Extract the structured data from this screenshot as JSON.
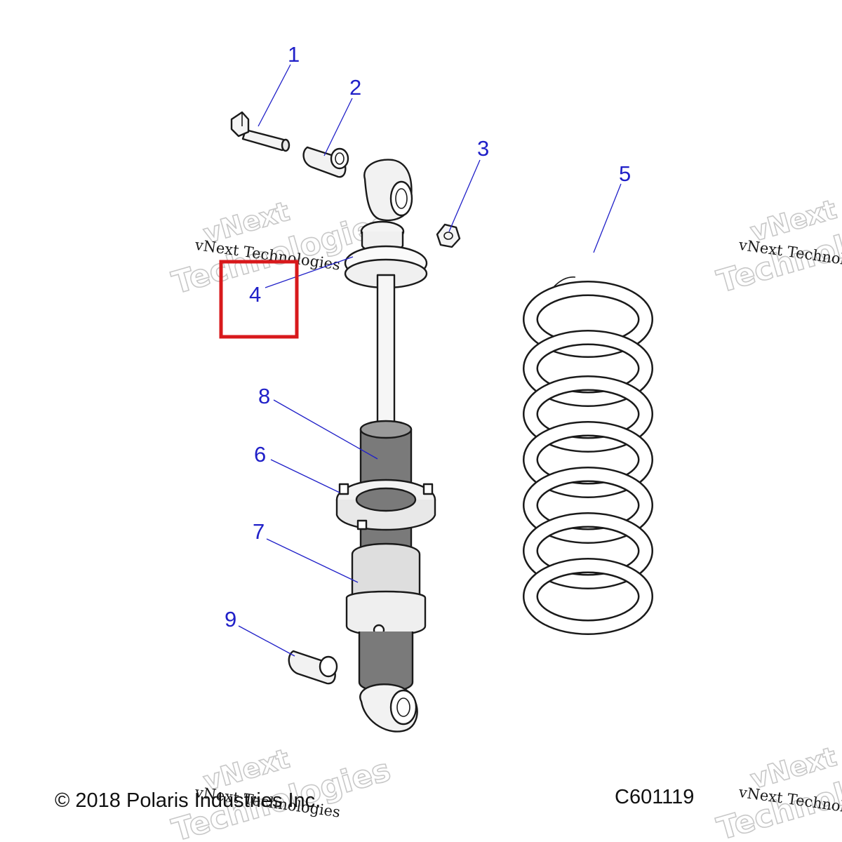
{
  "diagram": {
    "copyright": "© 2018 Polaris Industries Inc.",
    "drawing_code": "C601119",
    "watermark": {
      "line1": "vNext",
      "line2": "Technologies",
      "serif_text": "vNext Technologies",
      "serif_text_cut": "vNext Technolo"
    },
    "callouts": [
      "1",
      "2",
      "3",
      "4",
      "5",
      "6",
      "7",
      "8",
      "9"
    ],
    "highlight_color": "#d8191c",
    "callout_color": "#2020c8"
  }
}
